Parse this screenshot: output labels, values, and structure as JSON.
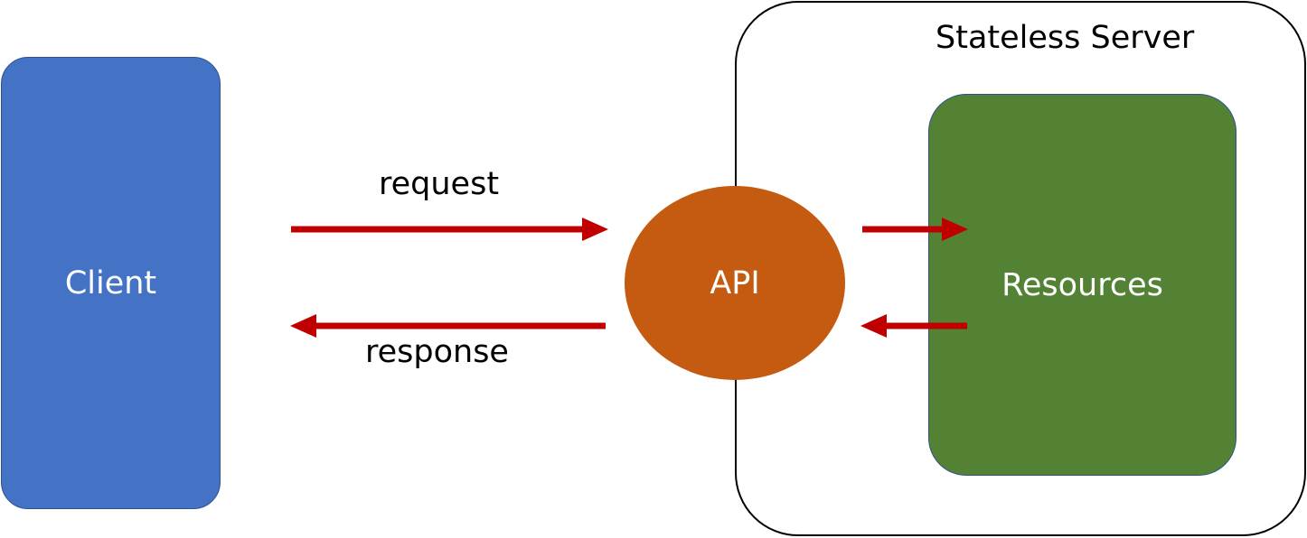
{
  "nodes": {
    "client": {
      "label": "Client",
      "color": "#4472c4"
    },
    "api": {
      "label": "API",
      "color": "#c55a11"
    },
    "server": {
      "label": "Stateless Server"
    },
    "resources": {
      "label": "Resources",
      "color": "#548235"
    }
  },
  "edges": {
    "request": {
      "label": "request",
      "from": "Client",
      "to": "API"
    },
    "response": {
      "label": "response",
      "from": "API",
      "to": "Client"
    },
    "api_to_resources": {
      "from": "API",
      "to": "Resources"
    },
    "resources_to_api": {
      "from": "Resources",
      "to": "API"
    }
  },
  "colors": {
    "arrow": "#c00000"
  }
}
